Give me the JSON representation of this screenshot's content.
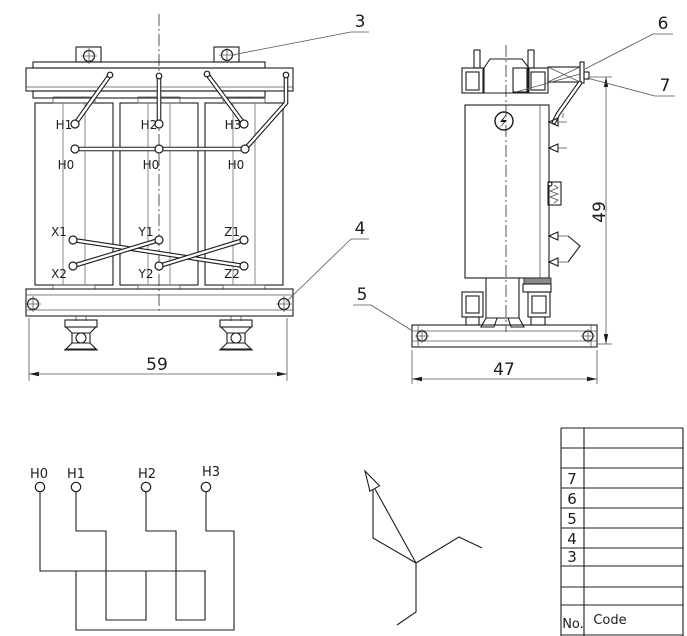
{
  "front_view": {
    "hv_terminals": [
      "H1",
      "H2",
      "H3"
    ],
    "neutral_terminals": [
      "H0",
      "H0",
      "H0"
    ],
    "lv_terminals_top": [
      "X1",
      "Y1",
      "Z1"
    ],
    "lv_terminals_bottom": [
      "X2",
      "Y2",
      "Z2"
    ],
    "width_dimension": "59"
  },
  "side_view": {
    "height_dimension": "49",
    "base_width_dimension": "47"
  },
  "callouts": {
    "item3": "3",
    "item4": "4",
    "item5": "5",
    "item6": "6",
    "item7": "7"
  },
  "schematic": {
    "terminals": [
      "H0",
      "H1",
      "H2",
      "H3"
    ]
  },
  "parts_table": {
    "no_header": "No.",
    "code_header": "Code",
    "row_numbers": [
      "7",
      "6",
      "5",
      "4",
      "3"
    ]
  },
  "colors": {
    "line": "#1d1d1d",
    "background": "#ffffff"
  }
}
